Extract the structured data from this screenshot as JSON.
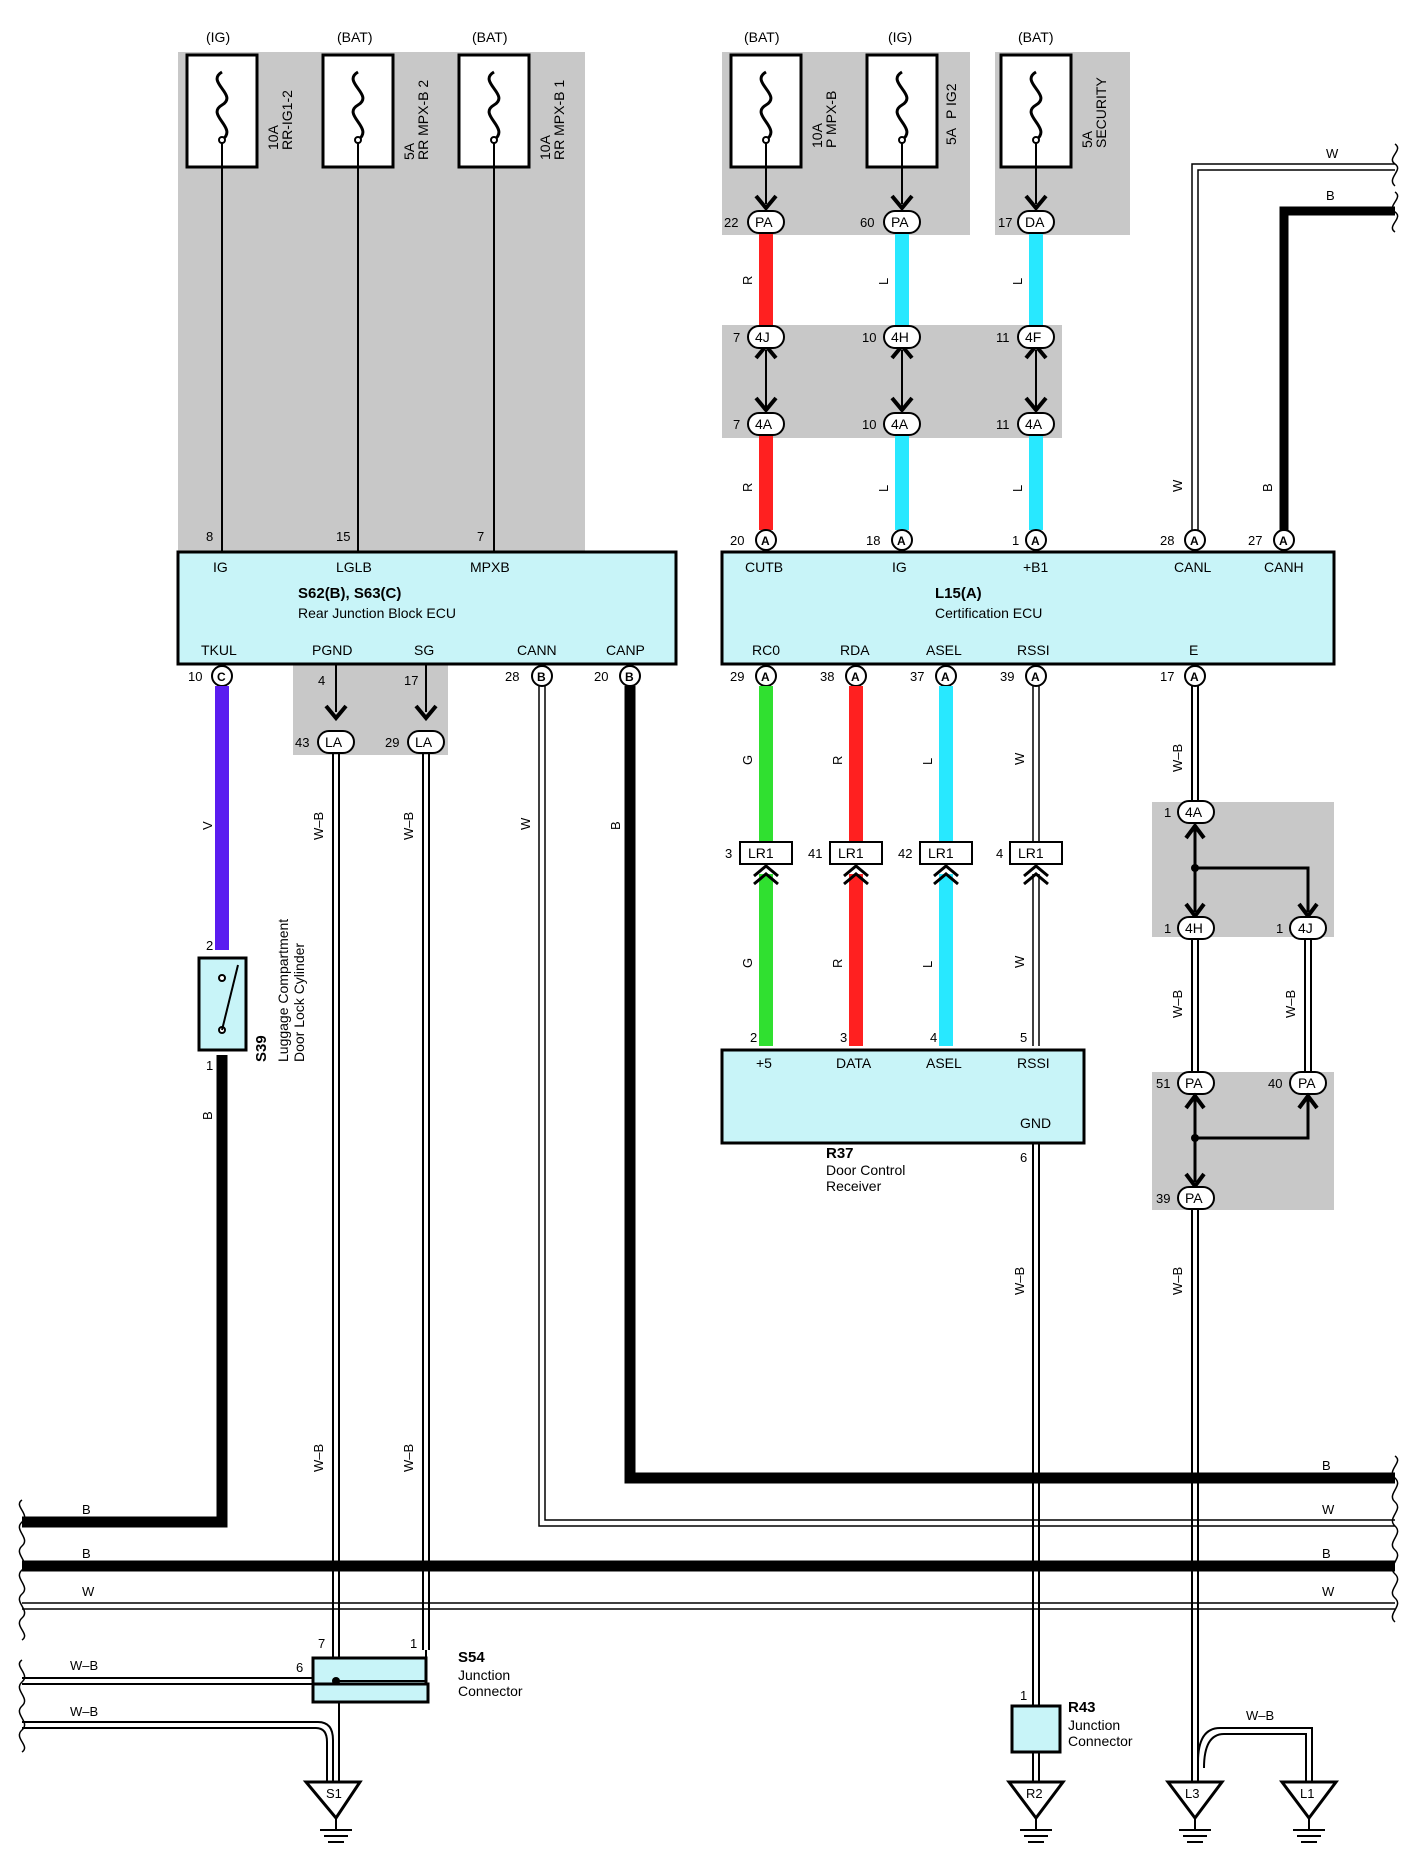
{
  "colors": {
    "black": "#000000",
    "white": "#ffffff",
    "red": "#ff2020",
    "blue": "#28e8ff",
    "green": "#30e030",
    "violet": "#5a1cf0",
    "shade": "#c8c8c8",
    "ecu_fill": "#c8f4f8"
  },
  "fuses_left": {
    "f1": {
      "source": "(IG)",
      "rating": "10A",
      "name": "RR-IG1-2"
    },
    "f2": {
      "source": "(BAT)",
      "rating": "5A",
      "name": "RR MPX-B 2"
    },
    "f3": {
      "source": "(BAT)",
      "rating": "10A",
      "name": "RR MPX-B 1"
    }
  },
  "fuses_right": {
    "f4": {
      "source": "(BAT)",
      "rating": "10A",
      "name": "P MPX-B"
    },
    "f5": {
      "source": "(IG)",
      "rating": "5A",
      "name": "P IG2"
    },
    "f6": {
      "source": "(BAT)",
      "rating": "5A",
      "name": "SECURITY"
    }
  },
  "ecu_left": {
    "id": "S62(B), S63(C)",
    "name": "Rear Junction Block ECU",
    "top": {
      "p1": {
        "pin": "8",
        "label": "IG"
      },
      "p2": {
        "pin": "15",
        "label": "LGLB"
      },
      "p3": {
        "pin": "7",
        "label": "MPXB"
      }
    },
    "bottom": {
      "p1": {
        "pin": "10",
        "conn": "C",
        "label": "TKUL"
      },
      "p2": {
        "pin": "4",
        "label": "PGND"
      },
      "p3": {
        "pin": "17",
        "label": "SG"
      },
      "p4": {
        "pin": "28",
        "conn": "B",
        "label": "CANN"
      },
      "p5": {
        "pin": "20",
        "conn": "B",
        "label": "CANP"
      }
    }
  },
  "ecu_right": {
    "id": "L15(A)",
    "name": "Certification ECU",
    "top": {
      "p1": {
        "pin": "20",
        "conn": "A",
        "label": "CUTB"
      },
      "p2": {
        "pin": "18",
        "conn": "A",
        "label": "IG"
      },
      "p3": {
        "pin": "1",
        "conn": "A",
        "label": "+B1"
      },
      "p4": {
        "pin": "28",
        "conn": "A",
        "label": "CANL"
      },
      "p5": {
        "pin": "27",
        "conn": "A",
        "label": "CANH"
      }
    },
    "bottom": {
      "p1": {
        "pin": "29",
        "conn": "A",
        "label": "RC0"
      },
      "p2": {
        "pin": "38",
        "conn": "A",
        "label": "RDA"
      },
      "p3": {
        "pin": "37",
        "conn": "A",
        "label": "ASEL"
      },
      "p4": {
        "pin": "39",
        "conn": "A",
        "label": "RSSI"
      },
      "p5": {
        "pin": "17",
        "conn": "A",
        "label": "E"
      }
    }
  },
  "receiver": {
    "id": "R37",
    "name_line1": "Door Control",
    "name_line2": "Receiver",
    "pins": {
      "p1": {
        "pin": "2",
        "label": "+5"
      },
      "p2": {
        "pin": "3",
        "label": "DATA"
      },
      "p3": {
        "pin": "4",
        "label": "ASEL"
      },
      "p4": {
        "pin": "5",
        "label": "RSSI"
      },
      "gnd": {
        "pin": "6",
        "label": "GND"
      }
    }
  },
  "switch": {
    "id": "S39",
    "name_line1": "Luggage Compartment",
    "name_line2": "Door Lock Cylinder",
    "pin_top": "2",
    "pin_bottom": "1"
  },
  "junction_s54": {
    "id": "S54",
    "line1": "Junction",
    "line2": "Connector",
    "pin_a": "7",
    "pin_b": "1",
    "pin_c": "6"
  },
  "junction_r43": {
    "id": "R43",
    "line1": "Junction",
    "line2": "Connector",
    "pin": "1"
  },
  "grounds": {
    "g1": "S1",
    "g2": "R2",
    "g3": "L3",
    "g4": "L1"
  },
  "connectors": {
    "c_pa22": {
      "pin": "22",
      "code": "PA"
    },
    "c_pa60": {
      "pin": "60",
      "code": "PA"
    },
    "c_da17": {
      "pin": "17",
      "code": "DA"
    },
    "c_4j7": {
      "pin": "7",
      "code": "4J"
    },
    "c_4h10": {
      "pin": "10",
      "code": "4H"
    },
    "c_4f11": {
      "pin": "11",
      "code": "4F"
    },
    "c_4a7": {
      "pin": "7",
      "code": "4A"
    },
    "c_4a10": {
      "pin": "10",
      "code": "4A"
    },
    "c_4a11": {
      "pin": "11",
      "code": "4A"
    },
    "c_la43": {
      "pin": "43",
      "code": "LA"
    },
    "c_la29": {
      "pin": "29",
      "code": "LA"
    },
    "c_lr3": {
      "pin": "3",
      "code": "LR1"
    },
    "c_lr41": {
      "pin": "41",
      "code": "LR1"
    },
    "c_lr42": {
      "pin": "42",
      "code": "LR1"
    },
    "c_lr4": {
      "pin": "4",
      "code": "LR1"
    },
    "c_4a1": {
      "pin": "1",
      "code": "4A"
    },
    "c_4h1": {
      "pin": "1",
      "code": "4H"
    },
    "c_4j1": {
      "pin": "1",
      "code": "4J"
    },
    "c_pa51": {
      "pin": "51",
      "code": "PA"
    },
    "c_pa40": {
      "pin": "40",
      "code": "PA"
    },
    "c_pa39": {
      "pin": "39",
      "code": "PA"
    }
  },
  "wire_colors": {
    "r": "R",
    "l": "L",
    "g": "G",
    "w": "W",
    "b": "B",
    "v": "V",
    "wb": "W–B"
  }
}
